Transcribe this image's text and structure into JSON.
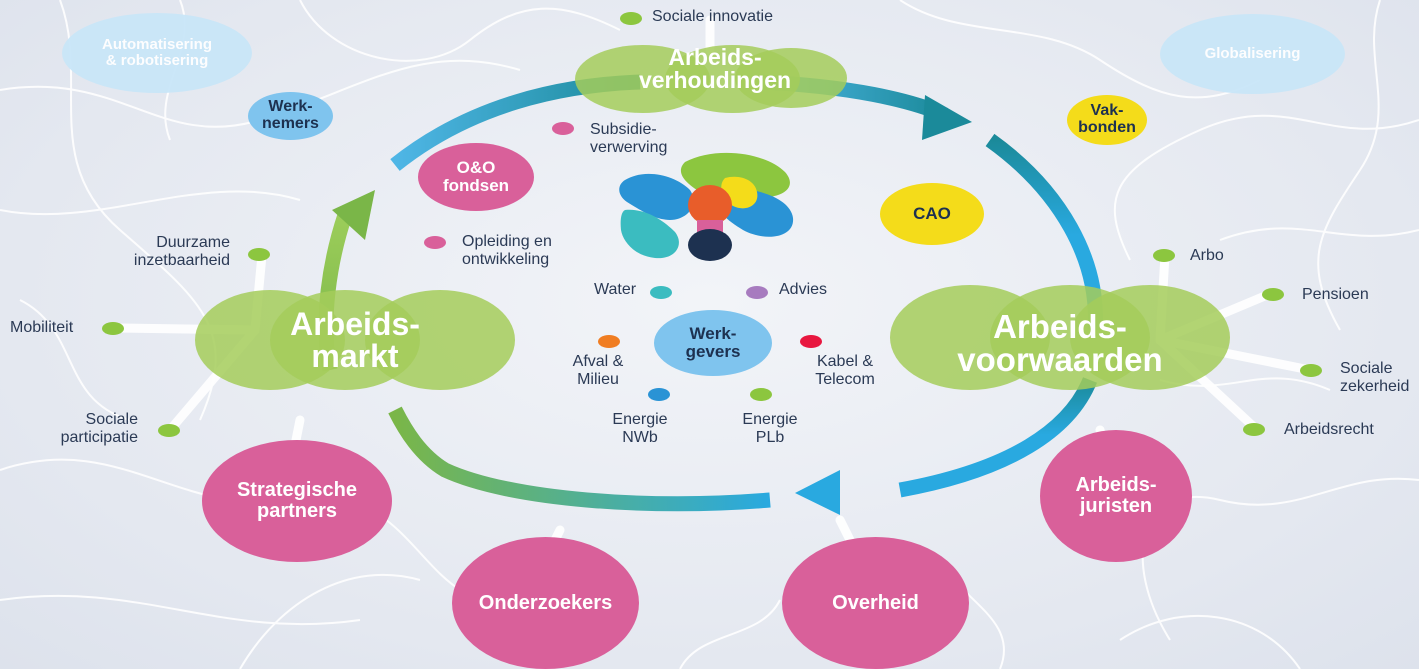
{
  "hubs": {
    "arbeidsverhoudingen": "Arbeids-\nverhoudingen",
    "arbeidsvoorwaarden": "Arbeids-\nvoorwaarden",
    "arbeidsmarkt": "Arbeids-\nmarkt"
  },
  "outer_topics": {
    "automatisering": "Automatisering\n& robotisering",
    "globalisering": "Globalisering"
  },
  "actors": {
    "werknemers": "Werk-\nnemers",
    "vakbonden": "Vak-\nbonden",
    "cao": "CAO",
    "werkgevers": "Werk-\ngevers",
    "oo_fondsen": "O&O\nfondsen",
    "strategische_partners": "Strategische\npartners",
    "onderzoekers": "Onderzoekers",
    "overheid": "Overheid",
    "arbeidsjuristen": "Arbeids-\njuristen"
  },
  "labels": {
    "sociale_innovatie": "Sociale innovatie",
    "subsidieverwerving": "Subsidie-\nverwerving",
    "opleiding": "Opleiding en\nontwikkeling",
    "duurzame": "Duurzame\ninzetbaarheid",
    "mobiliteit": "Mobiliteit",
    "sociale_participatie": "Sociale\nparticipatie",
    "arbo": "Arbo",
    "pensioen": "Pensioen",
    "sociale_zekerheid": "Sociale\nzekerheid",
    "arbeidsrecht": "Arbeidsrecht"
  },
  "sectors": {
    "water": "Water",
    "advies": "Advies",
    "afval": "Afval &\nMilieu",
    "kabel": "Kabel &\nTelecom",
    "energie_nwb": "Energie\nNWb",
    "energie_plb": "Energie\nPLb"
  },
  "colors": {
    "pink": "#d9609a",
    "green": "#a5cd5a",
    "blue": "#7fc4ee",
    "yellow": "#f4dc1a",
    "ring_blue": "#29a9e0",
    "ring_teal": "#1b8a9a",
    "ring_green": "#7ab648",
    "water": "#3bbcc0",
    "advies": "#a77bbf",
    "afval": "#f07d22",
    "kabel": "#e8173f",
    "energie_nwb": "#2a93d5",
    "energie_plb": "#8cc63f"
  }
}
